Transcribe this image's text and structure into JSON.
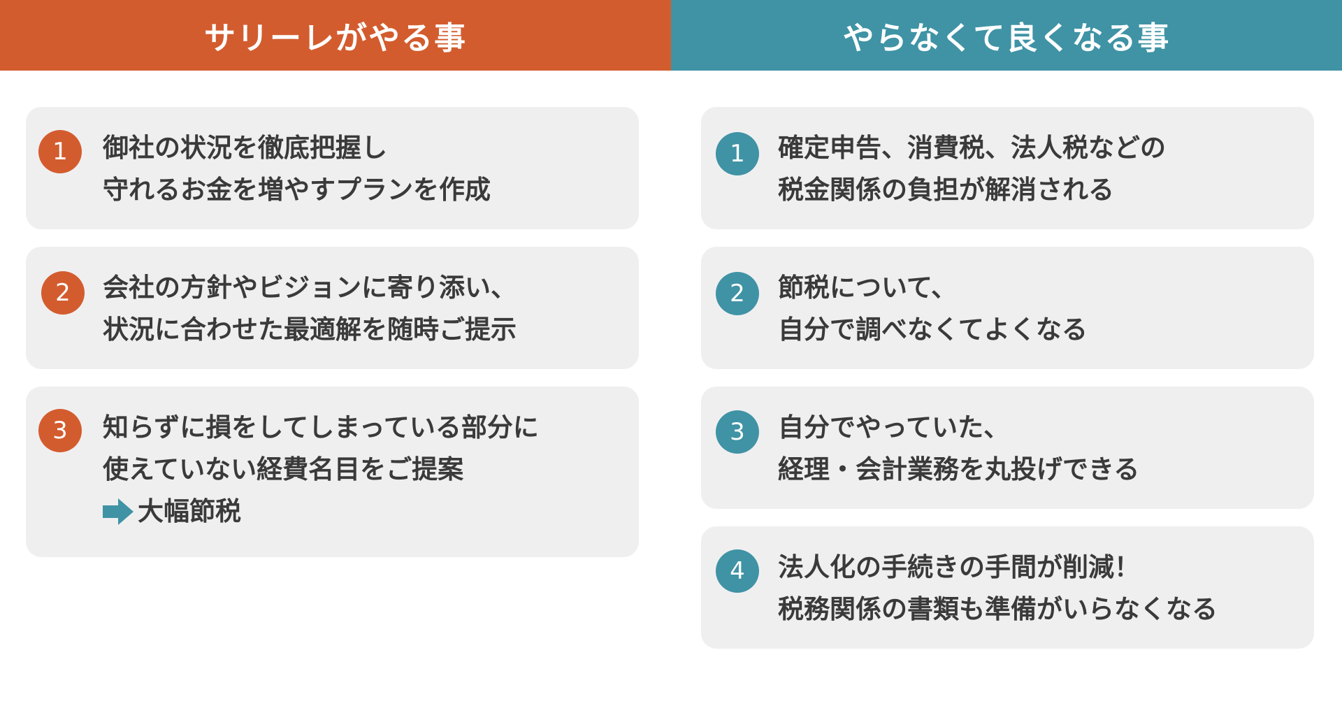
{
  "headers": {
    "left": "サリーレがやる事",
    "right": "やらなくて良くなる事"
  },
  "left_items": [
    {
      "number": "1",
      "line1": "御社の状況を徹底把握し",
      "line2": "守れるお金を増やすプランを作成"
    },
    {
      "number": "2",
      "line1": "会社の方針やビジョンに寄り添い、",
      "line2": "状況に合わせた最適解を随時ご提示"
    },
    {
      "number": "3",
      "line1": "知らずに損をしてしまっている部分に",
      "line2": "使えていない経費名目をご提案",
      "result": "大幅節税"
    }
  ],
  "right_items": [
    {
      "number": "1",
      "line1": "確定申告、消費税、法人税などの",
      "line2": "税金関係の負担が解消される"
    },
    {
      "number": "2",
      "line1": "節税について、",
      "line2": "自分で調べなくてよくなる"
    },
    {
      "number": "3",
      "line1": "自分でやっていた、",
      "line2": "経理・会計業務を丸投げできる"
    },
    {
      "number": "4",
      "line1": "法人化の手続きの手間が削減！",
      "line2": "税務関係の書類も準備がいらなくなる"
    }
  ],
  "colors": {
    "orange": "#d35c2e",
    "teal": "#3f93a5",
    "card": "#f0eff0",
    "text": "#3a3a3a"
  },
  "icons": {
    "result_arrow": "right-arrow-icon"
  }
}
